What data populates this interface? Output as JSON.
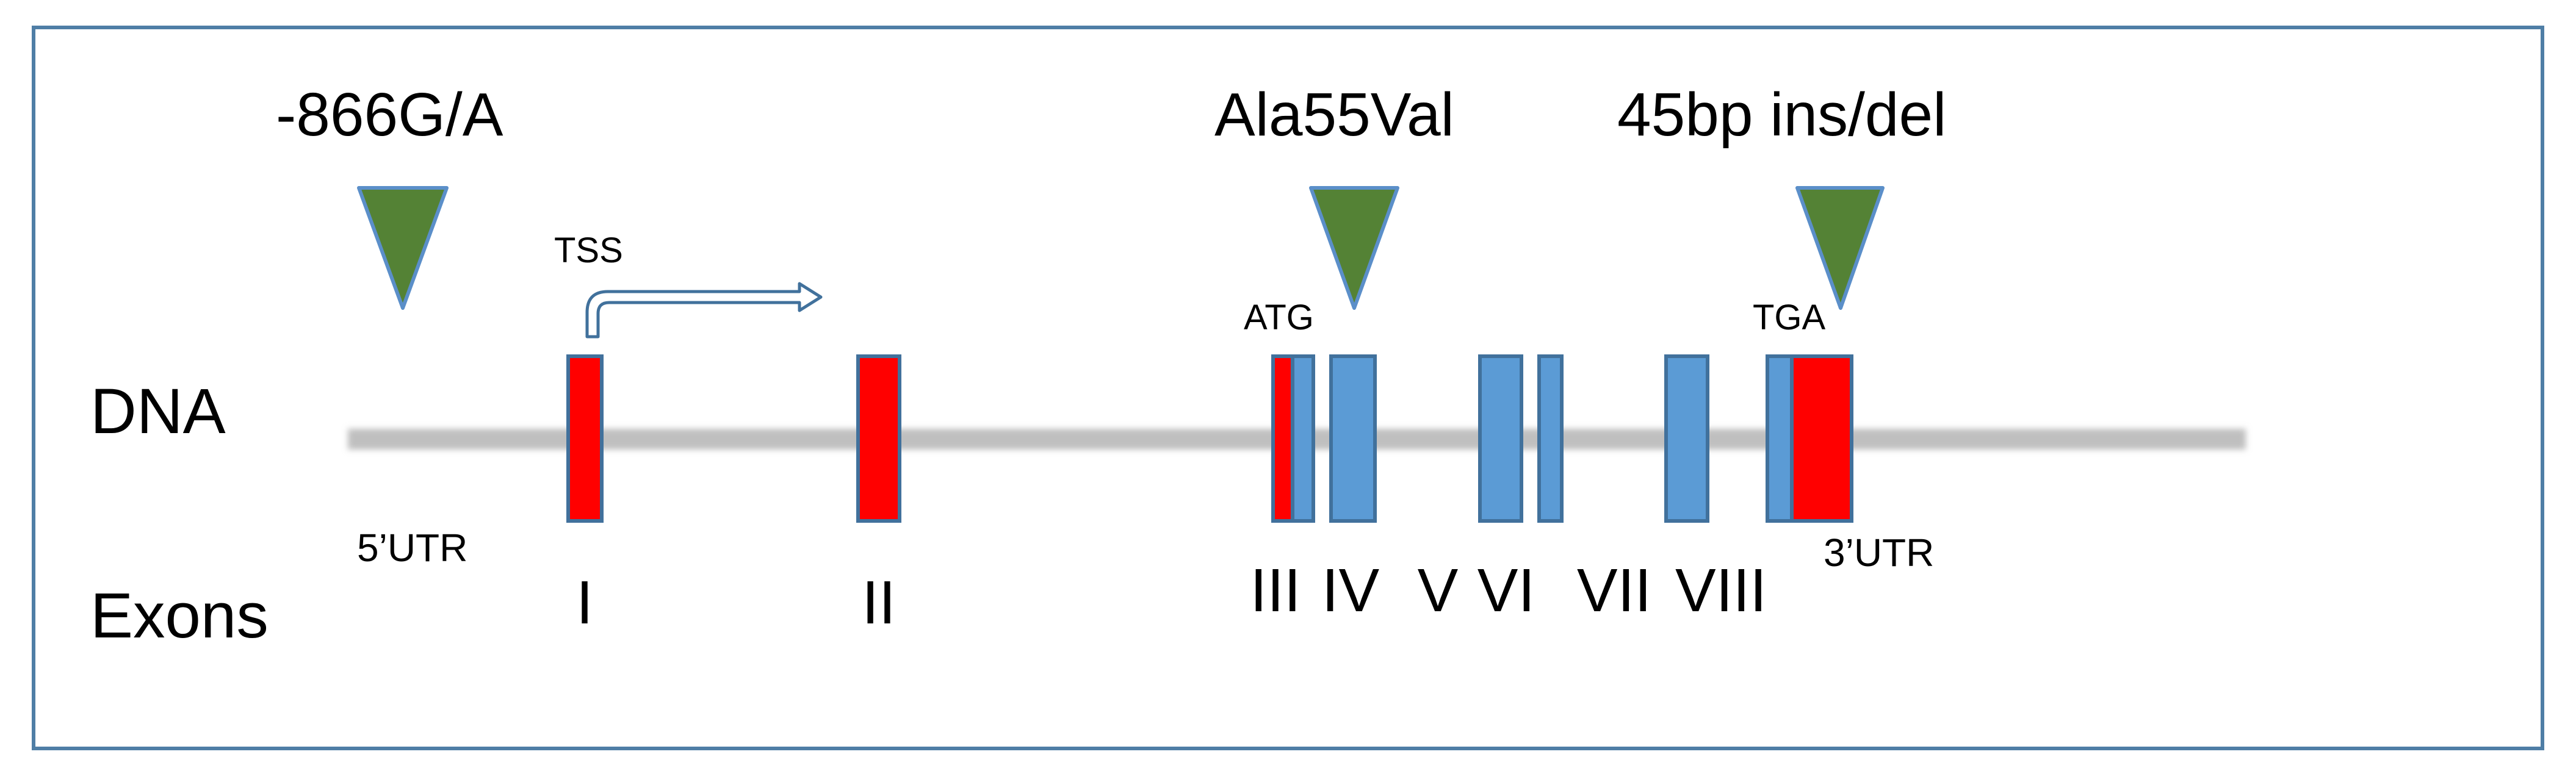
{
  "colors": {
    "frame": "#4f7ea6",
    "dna_line": "#bfbfbf",
    "exon_red": "#ff0000",
    "exon_blue": "#5b9bd5",
    "exon_stroke": "#41719c",
    "marker_fill": "#548235",
    "marker_stroke": "#5b8fc9",
    "arrow_stroke": "#41719c"
  },
  "row_labels": {
    "dna": "DNA",
    "exons": "Exons"
  },
  "region_labels": {
    "utr5": "5’UTR",
    "utr3": "3’UTR",
    "tss": "TSS",
    "atg": "ATG",
    "tga": "TGA"
  },
  "variants": [
    {
      "label": "-866G/A",
      "icon": "triangle-down-marker"
    },
    {
      "label": "Ala55Val",
      "icon": "triangle-down-marker"
    },
    {
      "label": "45bp ins/del",
      "icon": "triangle-down-marker"
    }
  ],
  "exons": [
    {
      "label": "I",
      "type": "non-coding"
    },
    {
      "label": "II",
      "type": "non-coding"
    },
    {
      "label": "III",
      "type": "mixed-5prime"
    },
    {
      "label": "IV",
      "type": "coding"
    },
    {
      "label": "V",
      "type": "coding"
    },
    {
      "label": "VI",
      "type": "coding"
    },
    {
      "label": "VII",
      "type": "coding"
    },
    {
      "label": "VIII",
      "type": "mixed-3prime"
    }
  ],
  "tss_icon": "right-arrow-icon"
}
